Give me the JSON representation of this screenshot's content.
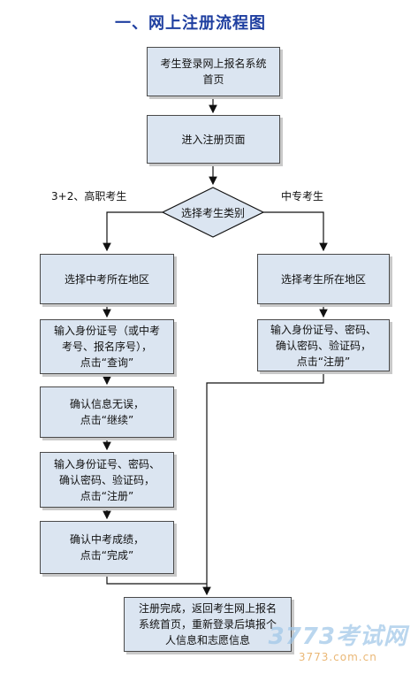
{
  "title": "一、网上注册流程图",
  "start": "考生登录网上报名系统\n首页",
  "enter": "进入注册页面",
  "decision": "选择考生类别",
  "left_branch_label": "3+2、高职考生",
  "right_branch_label": "中专考生",
  "left_steps": [
    "选择中考所在地区",
    "输入身份证号（或中考\n考号、报名序号），\n点击“查询”",
    "确认信息无误，\n点击“继续”",
    "输入身份证号、密码、\n确认密码、验证码，\n点击“注册”",
    "确认中考成绩，\n点击“完成”"
  ],
  "right_steps": [
    "选择考生所在地区",
    "输入身份证号、密码、\n确认密码、验证码，\n点击“注册”"
  ],
  "final": "注册完成，返回考生网上报名\n系统首页，重新登录后填报个\n人信息和志愿信息",
  "watermark": {
    "main": "3773考试网",
    "sub": "3773.com.cn"
  }
}
